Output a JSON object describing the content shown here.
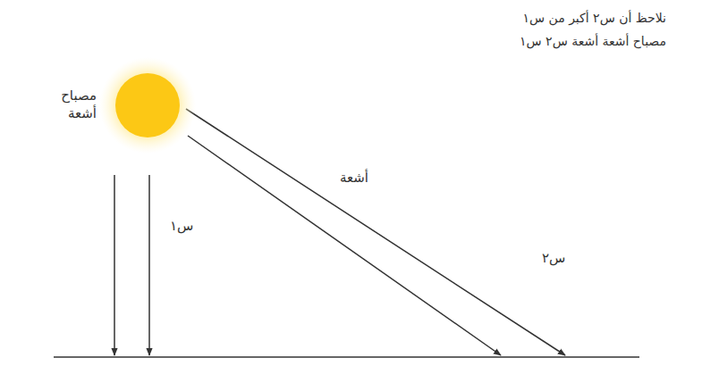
{
  "diagram": {
    "nodes": [
      {
        "text": [
          "مصباح أشعة"
        ]
      }
    ],
    "labels": [
      "نلاحظ أن س٢ أكبر من س١",
      "مصباح أشعة أشعة س٢ س١",
      "أشعة",
      "س١",
      "س٢"
    ]
  }
}
